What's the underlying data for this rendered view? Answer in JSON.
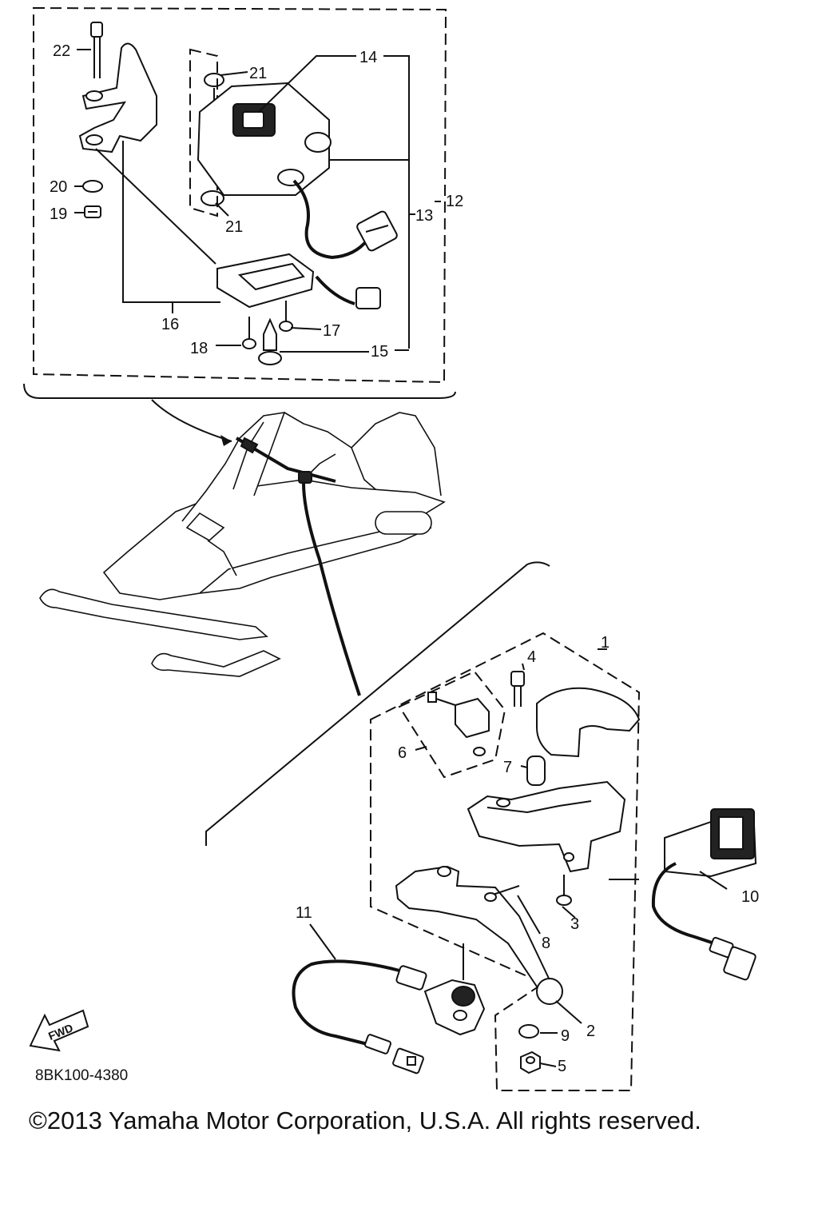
{
  "diagram_code": "8BK100-4380",
  "copyright": "©2013 Yamaha Motor Corporation, U.S.A. All rights reserved.",
  "fwd_badge": "FWD",
  "callouts": {
    "c1": "1",
    "c2": "2",
    "c3": "3",
    "c4": "4",
    "c5": "5",
    "c6": "6",
    "c7": "7",
    "c8": "8",
    "c9": "9",
    "c10": "10",
    "c11": "11",
    "c12": "12",
    "c13": "13",
    "c14": "14",
    "c15": "15",
    "c16": "16",
    "c17": "17",
    "c18": "18",
    "c19": "19",
    "c20": "20",
    "c21a": "21",
    "c21b": "21",
    "c22": "22"
  }
}
